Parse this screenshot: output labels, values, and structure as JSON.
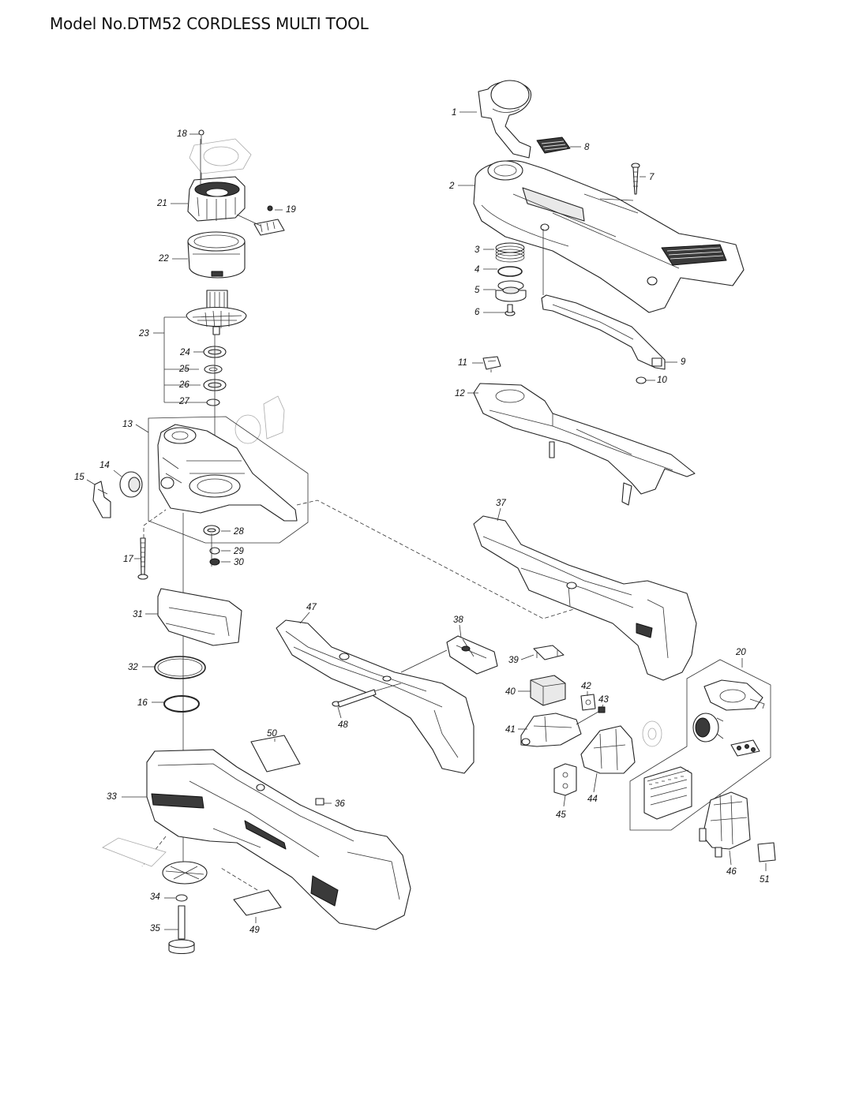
{
  "header": {
    "title": "Model No.DTM52 CORDLESS MULTI TOOL"
  },
  "parts": {
    "p1": "1",
    "p2": "2",
    "p3": "3",
    "p4": "4",
    "p5": "5",
    "p6": "6",
    "p7": "7",
    "p8": "8",
    "p9": "9",
    "p10": "10",
    "p11": "11",
    "p12": "12",
    "p13": "13",
    "p14": "14",
    "p15": "15",
    "p16": "16",
    "p17": "17",
    "p18": "18",
    "p19": "19",
    "p20": "20",
    "p21": "21",
    "p22": "22",
    "p23": "23",
    "p24": "24",
    "p25": "25",
    "p26": "26",
    "p27": "27",
    "p28": "28",
    "p29": "29",
    "p30": "30",
    "p31": "31",
    "p32": "32",
    "p33": "33",
    "p34": "34",
    "p35": "35",
    "p36": "36",
    "p37": "37",
    "p38": "38",
    "p39": "39",
    "p40": "40",
    "p41": "41",
    "p42": "42",
    "p43": "43",
    "p44": "44",
    "p45": "45",
    "p46": "46",
    "p47": "47",
    "p48": "48",
    "p49": "49",
    "p50": "50",
    "p51": "51"
  }
}
